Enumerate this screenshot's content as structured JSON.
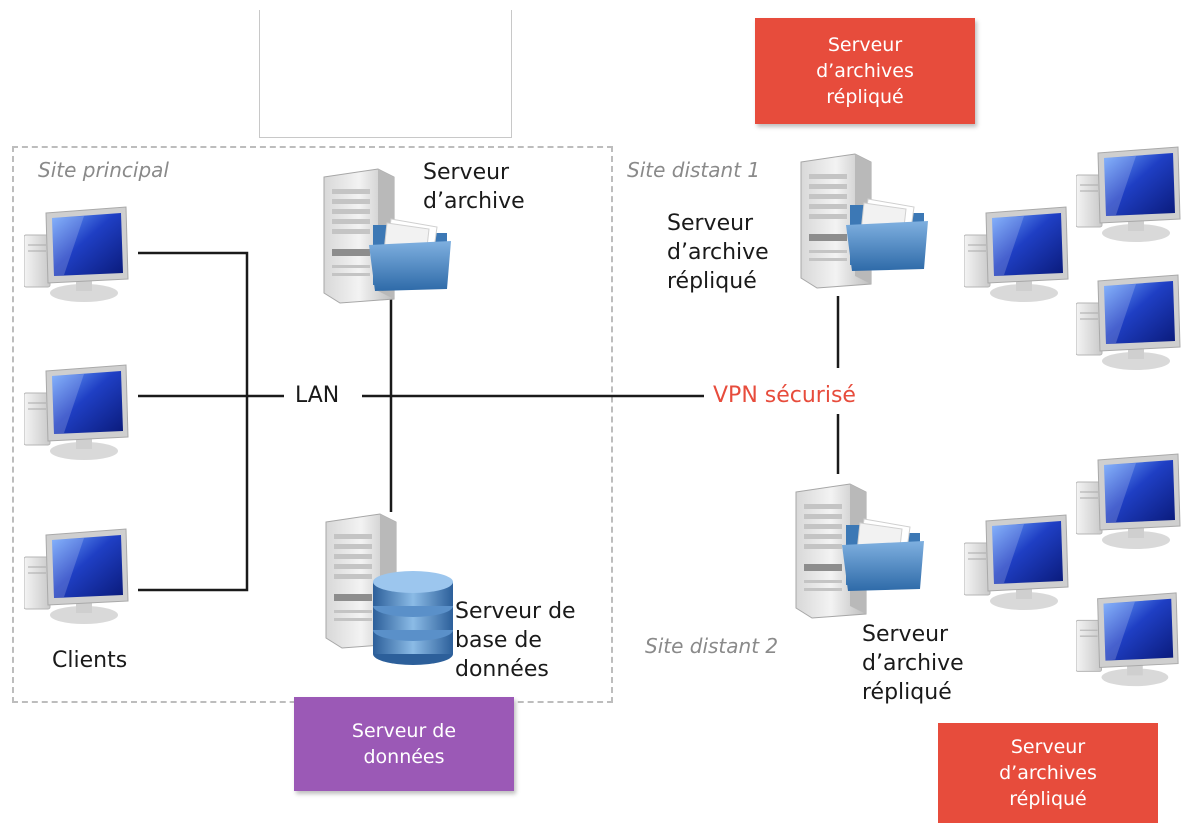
{
  "labels": {
    "site_principal": "Site principal",
    "site_distant_1": "Site distant 1",
    "site_distant_2": "Site distant 2",
    "serveur_archive": "Serveur\nd’archive",
    "serveur_archive_replique_1": "Serveur\nd’archive\nrépliqué",
    "serveur_archive_replique_2": "Serveur\nd’archive\nrépliqué",
    "serveur_bdd": "Serveur de\nbase de\ndonnées",
    "clients": "Clients",
    "lan": "LAN",
    "vpn": "VPN sécurisé"
  },
  "badges": {
    "replicated_top": "Serveur\nd’archives\nrépliqué",
    "replicated_bottom": "Serveur\nd’archives\nrépliqué",
    "data_server": "Serveur de\ndonnées"
  },
  "colors": {
    "badge_red": "#e74c3c",
    "badge_purple": "#9b59b6",
    "vpn_text": "#e74c3c",
    "dashed_border": "#bdbdbd",
    "line": "#1a1a1a",
    "monitor_blue": "#1f3fc4"
  },
  "icons": {
    "client": "computer-monitor-icon",
    "archive_server": "server-folder-icon",
    "database_server": "server-database-icon"
  }
}
